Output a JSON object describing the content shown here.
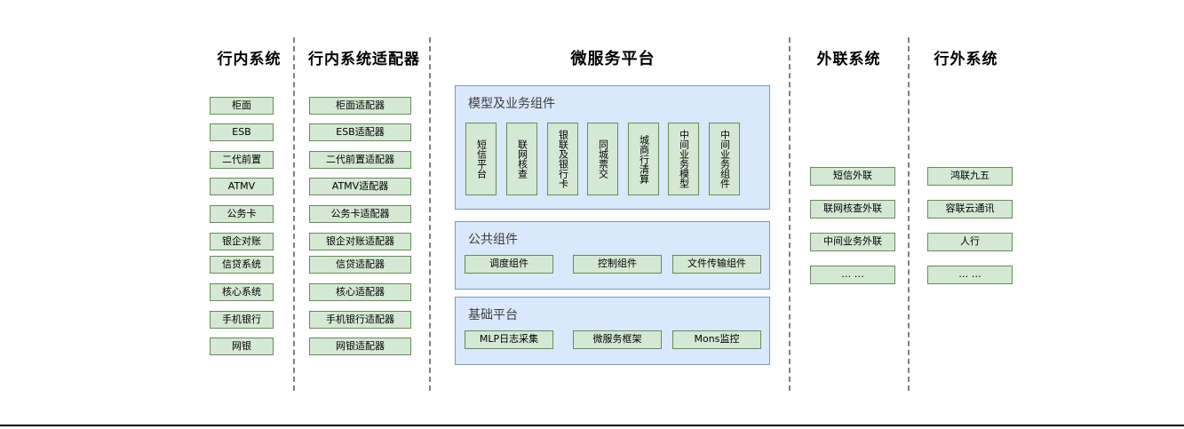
{
  "columns": [
    {
      "id": "in-bank-systems",
      "title": "行内系统",
      "items": [
        {
          "label": "柜面"
        },
        {
          "label": "ESB"
        },
        {
          "label": "二代前置"
        },
        {
          "label": "ATMV"
        },
        {
          "label": "公务卡"
        },
        {
          "label": "银企对账"
        },
        {
          "label": "信贷系统"
        },
        {
          "label": "核心系统"
        },
        {
          "label": "手机银行"
        },
        {
          "label": "网银"
        }
      ]
    },
    {
      "id": "in-bank-adapters",
      "title": "行内系统适配器",
      "items": [
        {
          "label": "柜面适配器"
        },
        {
          "label": "ESB适配器"
        },
        {
          "label": "二代前置适配器"
        },
        {
          "label": "ATMV适配器"
        },
        {
          "label": "公务卡适配器"
        },
        {
          "label": "银企对账适配器"
        },
        {
          "label": "信贷适配器"
        },
        {
          "label": "核心适配器"
        },
        {
          "label": "手机银行适配器"
        },
        {
          "label": "网银适配器"
        }
      ]
    },
    {
      "id": "external-link-systems",
      "title": "外联系统",
      "items": [
        {
          "label": "短信外联"
        },
        {
          "label": "联网核查外联"
        },
        {
          "label": "中间业务外联"
        },
        {
          "label": "… …"
        }
      ]
    },
    {
      "id": "off-bank-systems",
      "title": "行外系统",
      "items": [
        {
          "label": "鸿联九五"
        },
        {
          "label": "容联云通讯"
        },
        {
          "label": "人行"
        },
        {
          "label": "… …"
        }
      ]
    }
  ],
  "platform": {
    "title": "微服务平台",
    "panels": [
      {
        "id": "model-business-components",
        "title": "模型及业务组件",
        "orientation": "vertical",
        "items": [
          {
            "label": "短信平台"
          },
          {
            "label": "联网核查"
          },
          {
            "label": "银联及银行卡"
          },
          {
            "label": "同城票交"
          },
          {
            "label": "城商行清算"
          },
          {
            "label": "中间业务模型"
          },
          {
            "label": "中间业务组件"
          }
        ]
      },
      {
        "id": "public-components",
        "title": "公共组件",
        "orientation": "horizontal",
        "items": [
          {
            "label": "调度组件"
          },
          {
            "label": "控制组件"
          },
          {
            "label": "文件传输组件"
          }
        ]
      },
      {
        "id": "base-platform",
        "title": "基础平台",
        "orientation": "horizontal",
        "items": [
          {
            "label": "MLP日志采集"
          },
          {
            "label": "微服务框架"
          },
          {
            "label": "Mons监控"
          }
        ]
      }
    ]
  },
  "theme": {
    "node_fill": "#d5e8d4",
    "node_border": "#6a8a5c",
    "panel_fill": "#dae8fc",
    "panel_border": "#8097b8",
    "divider_color": "#808080",
    "text_color": "#000000",
    "panel_title_color": "#3d3d3d"
  }
}
